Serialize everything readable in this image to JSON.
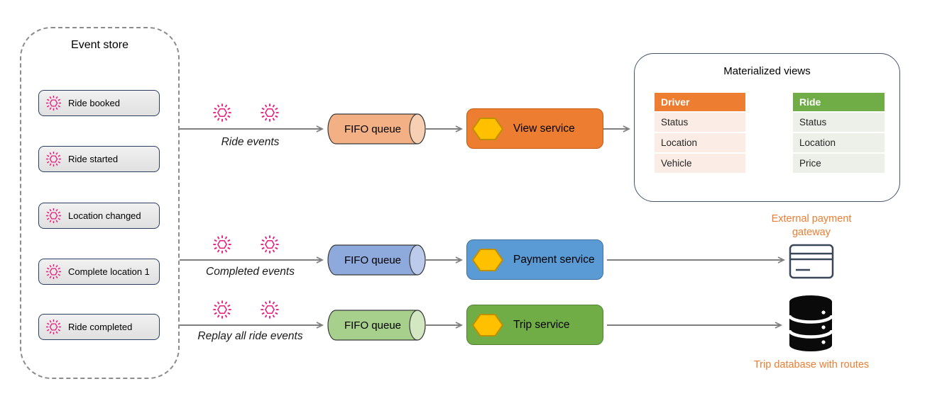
{
  "event_store": {
    "title": "Event store",
    "events": [
      {
        "label": "Ride booked"
      },
      {
        "label": "Ride started"
      },
      {
        "label": "Location changed"
      },
      {
        "label": "Complete location 1"
      },
      {
        "label": "Ride completed"
      }
    ]
  },
  "flows": [
    {
      "label": "Ride events",
      "queue": "FIFO queue",
      "service": "View service",
      "service_color": "#ED7D31",
      "queue_color": "#F2B084"
    },
    {
      "label": "Completed events",
      "queue": "FIFO queue",
      "service": "Payment service",
      "service_color": "#5B9BD5",
      "queue_color": "#8EA9DB"
    },
    {
      "label": "Replay all ride events",
      "queue": "FIFO queue",
      "service": "Trip service",
      "service_color": "#70AD47",
      "queue_color": "#A8D08D"
    }
  ],
  "materialized_views": {
    "title": "Materialized views",
    "tables": [
      {
        "name": "Driver",
        "header_color": "#ED7D31",
        "row_color": "#FBEDE6",
        "rows": [
          "Status",
          "Location",
          "Vehicle"
        ]
      },
      {
        "name": "Ride",
        "header_color": "#70AD47",
        "row_color": "#ECF0E9",
        "rows": [
          "Status",
          "Location",
          "Price"
        ]
      }
    ]
  },
  "endpoints": {
    "payment_gateway": {
      "label": "External payment gateway"
    },
    "trip_database": {
      "label": "Trip database with routes"
    }
  },
  "colors": {
    "event_icon_pink": "#EA1D7F",
    "arrow_gray": "#7F7F7F",
    "hexagon_yellow": "#FFC000",
    "accent_orange_text": "#ED7D31",
    "event_box_border_navy": "#2B3F63",
    "panel_border_navy": "#44546A"
  }
}
